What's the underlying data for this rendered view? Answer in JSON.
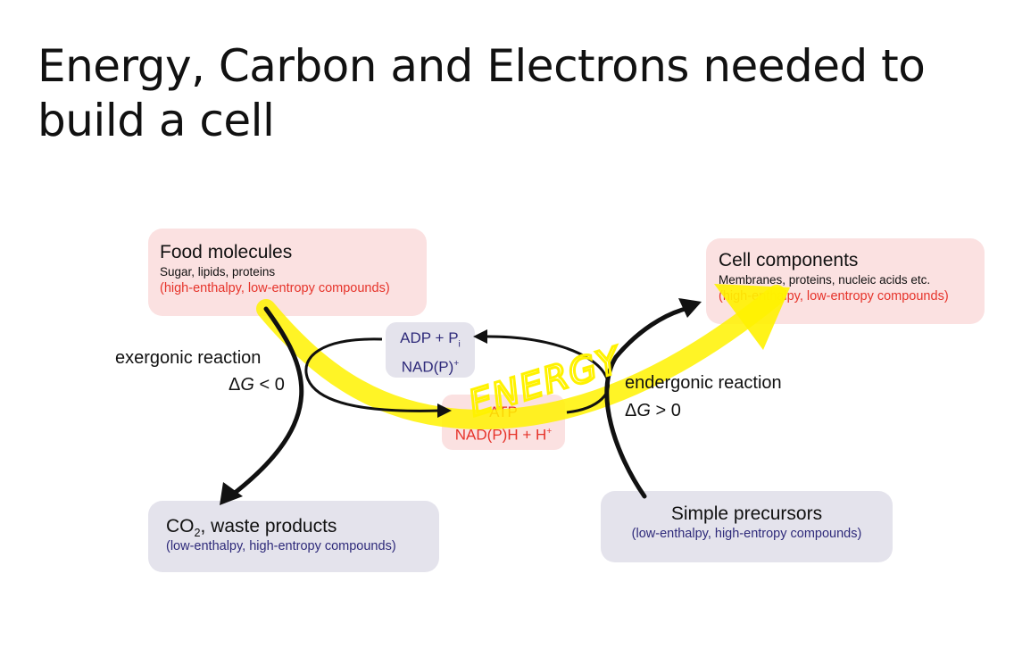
{
  "title": "Energy, Carbon and Electrons needed to build a cell",
  "food": {
    "heading": "Food molecules",
    "detail": "Sugar, lipids, proteins",
    "note": "(high-enthalpy, low-entropy compounds)"
  },
  "cell": {
    "heading": "Cell components",
    "detail": "Membranes, proteins, nucleic acids etc.",
    "note": "(high-enthalpy, low-entropy compounds)"
  },
  "waste": {
    "heading_pre": "CO",
    "heading_sub": "2",
    "heading_post": ", waste products",
    "note": "(low-enthalpy, high-entropy compounds)"
  },
  "precursors": {
    "heading": "Simple precursors",
    "note": "(low-enthalpy, high-entropy compounds)"
  },
  "low_carriers": {
    "line1_pre": "ADP + P",
    "line1_sub": "i",
    "line2_pre": "NAD(P)",
    "line2_sup": "+"
  },
  "high_carriers": {
    "line1": "ATP",
    "line2_pre": "NAD(P)H + H",
    "line2_sup": "+"
  },
  "exergonic": {
    "label": "exergonic reaction",
    "dg_sym": "Δ",
    "dg_var": "G",
    "dg_rel": " < 0"
  },
  "endergonic": {
    "label": "endergonic reaction",
    "dg_sym": "Δ",
    "dg_var": "G",
    "dg_rel": " > 0"
  },
  "annotation": "ENERGY",
  "colors": {
    "highlight": "#fff200",
    "red_text": "#e6332a",
    "blue_text": "#2e2a7a",
    "pink_box": "#fbe1e1",
    "grey_box": "#e4e3ec"
  }
}
